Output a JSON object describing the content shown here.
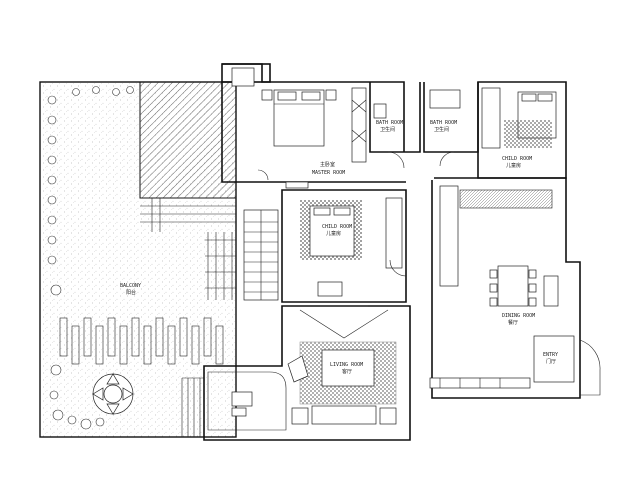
{
  "colors": {
    "line": "#111111",
    "paper": "#ffffff",
    "hatch": "#444444"
  },
  "rooms": {
    "balcony": {
      "en": "BALCONY",
      "cn": "阳台"
    },
    "master_room": {
      "en": "MASTER ROOM",
      "cn": "主卧室"
    },
    "bath_room_1": {
      "en": "BATH ROOM",
      "cn": "卫生间"
    },
    "bath_room_2": {
      "en": "BATH ROOM",
      "cn": "卫生间"
    },
    "child_room_top": {
      "en": "CHILD ROOM",
      "cn": "儿童房"
    },
    "child_room_mid": {
      "en": "CHILD ROOM",
      "cn": "儿童房"
    },
    "dining_room": {
      "en": "DINING ROOM",
      "cn": "餐厅"
    },
    "living_room": {
      "en": "LIVING ROOM",
      "cn": "客厅"
    },
    "entry": {
      "en": "ENTRY",
      "cn": "门厅"
    }
  },
  "icons": [
    "plant-icon",
    "umbrella-table-icon",
    "bed-icon",
    "toilet-icon",
    "sofa-icon",
    "dining-table-icon",
    "stair-icon",
    "door-swing-icon"
  ]
}
